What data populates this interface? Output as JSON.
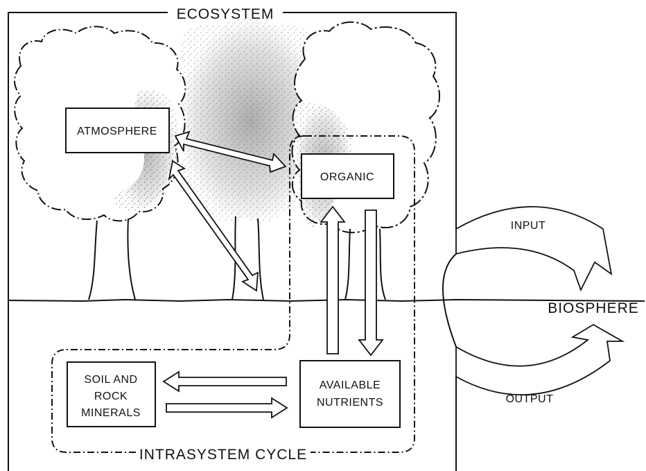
{
  "diagram": {
    "ecosystem_label": "ECOSYSTEM",
    "atmosphere_label": "ATMOSPHERE",
    "organic_label": "ORGANIC",
    "soil_label": [
      "SOIL AND",
      "ROCK",
      "MINERALS"
    ],
    "nutrients_label": [
      "AVAILABLE",
      "NUTRIENTS"
    ],
    "intrasystem_label": "INTRASYSTEM  CYCLE",
    "input_label": "INPUT",
    "output_label": "OUTPUT",
    "biosphere_label": "BIOSPHERE"
  }
}
